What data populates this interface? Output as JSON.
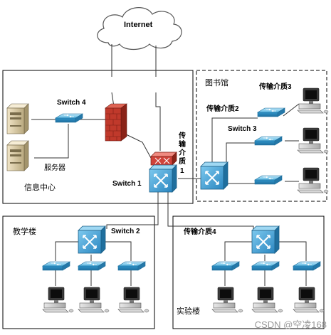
{
  "labels": {
    "internet": "Internet",
    "switch4": "Switch 4",
    "server": "服务器",
    "info_center": "信息中心",
    "switch1": "Switch 1",
    "library": "图书馆",
    "medium3": "传输介质3",
    "medium2": "传输介质2",
    "switch3": "Switch 3",
    "medium1_text": "传输介质",
    "medium1_num": "1",
    "teaching": "教学楼",
    "switch2": "Switch 2",
    "medium4": "传输介质4",
    "lab": "实验楼",
    "watermark": "CSDN @空凌168"
  },
  "colors": {
    "switch_blue": "#3aa8d8",
    "router_blue": "#4aa3d6",
    "firewall_red": "#c0392b",
    "core_switch": "#2f8fc8"
  }
}
